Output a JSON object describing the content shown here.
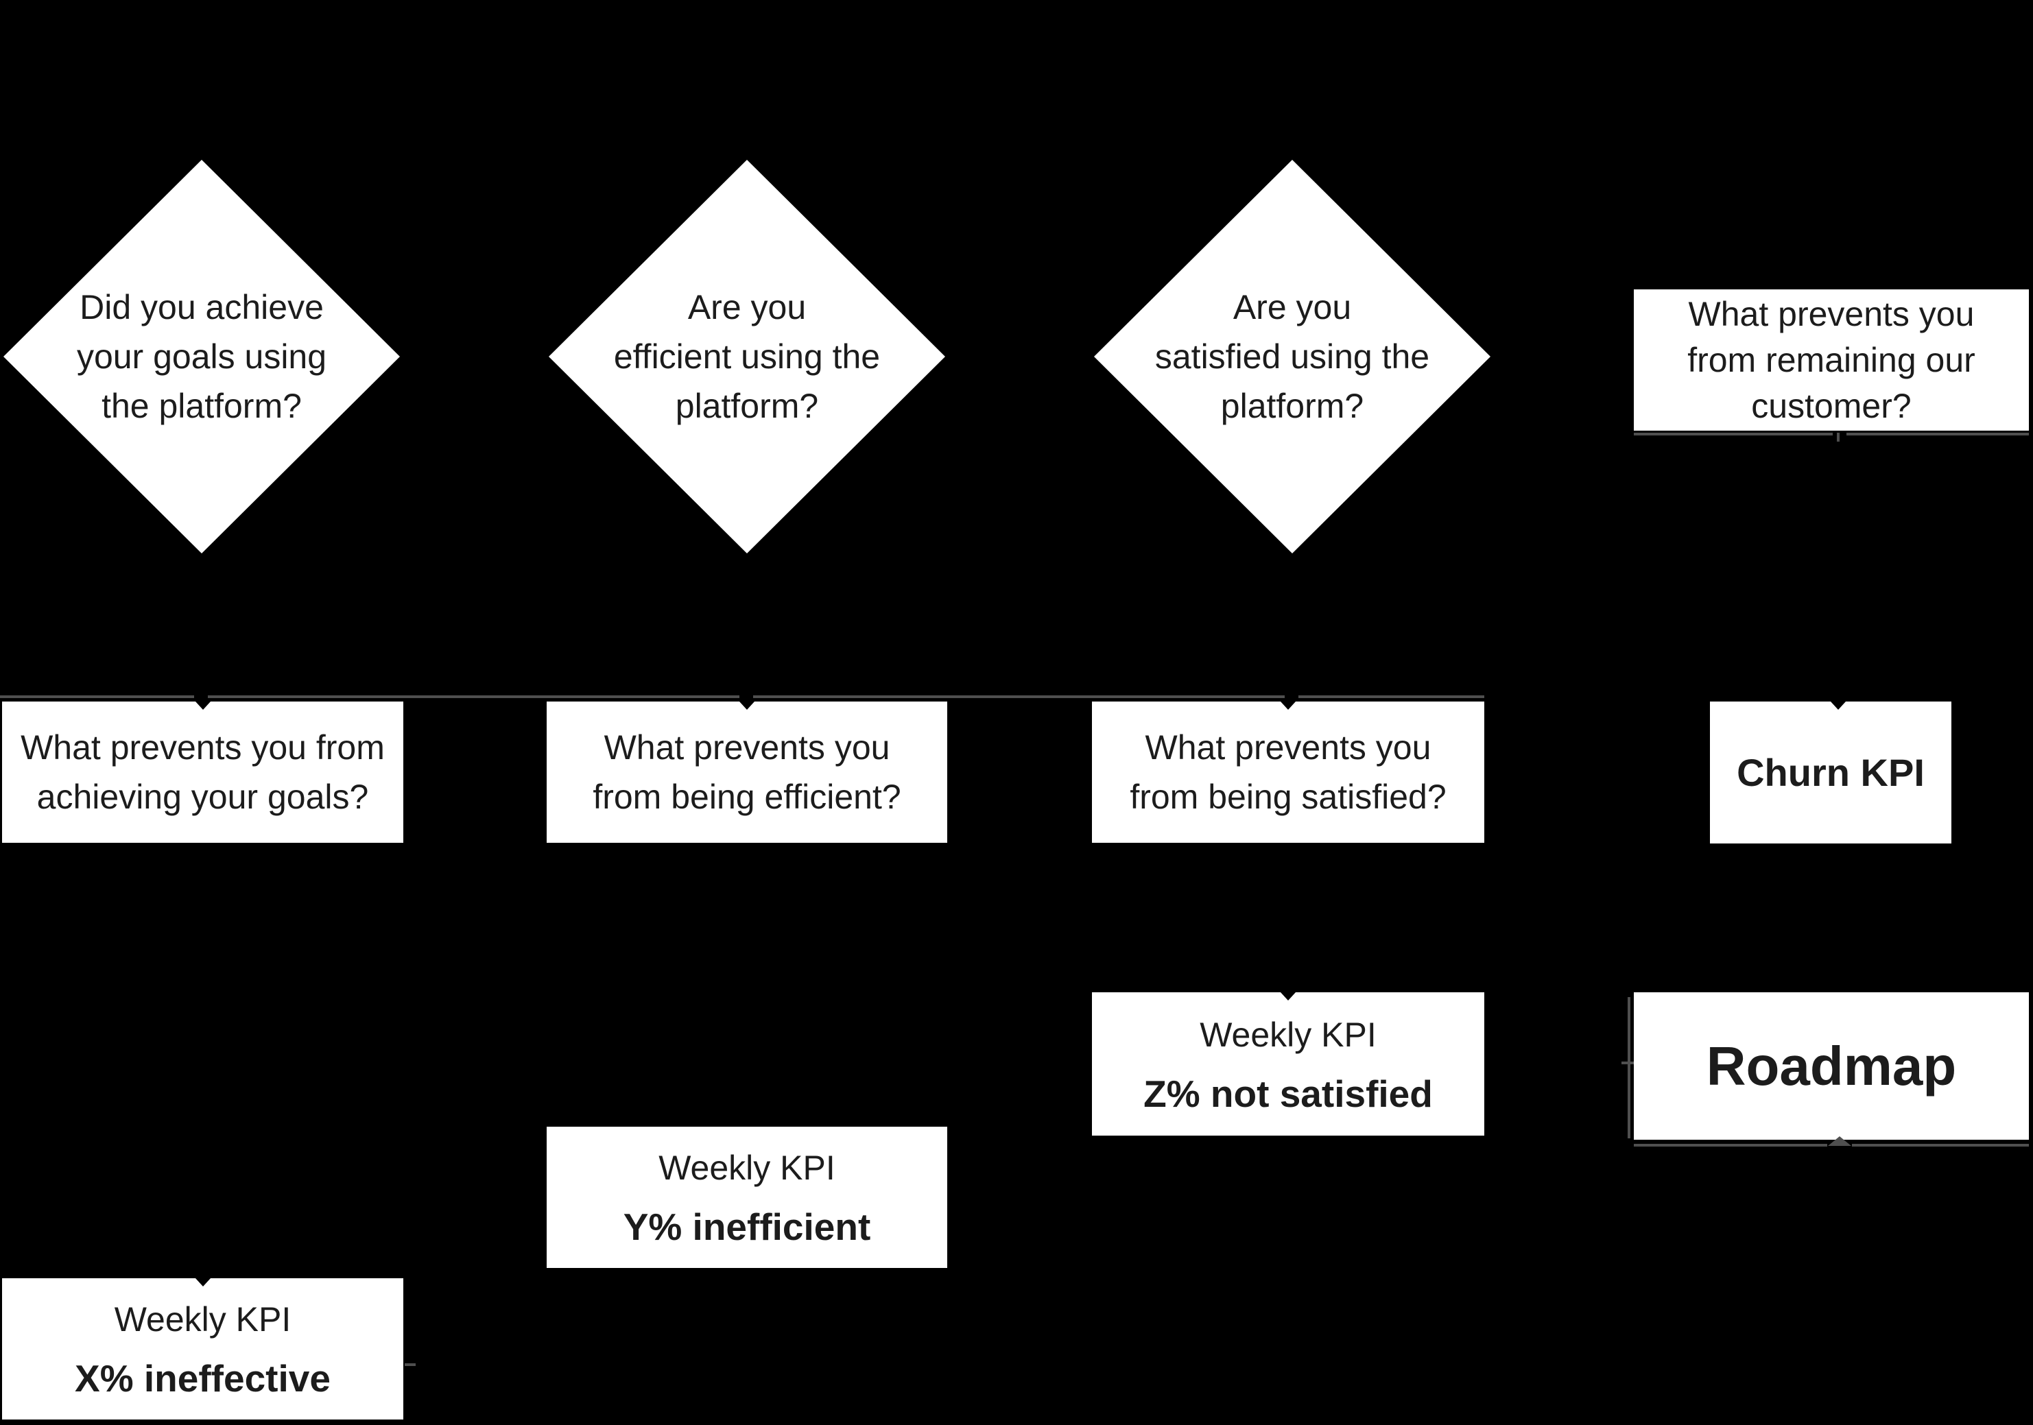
{
  "colors": {
    "background": "#000000",
    "node_fill": "#ffffff",
    "text": "#1c1c1c",
    "artifact_line": "#4f4f4f"
  },
  "nodes": {
    "diamond_goals": {
      "label": "Did you achieve\nyour goals using\nthe platform?"
    },
    "diamond_efficient": {
      "label": "Are you\nefficient using the\nplatform?"
    },
    "diamond_satisfied": {
      "label": "Are you\nsatisfied using the\nplatform?"
    },
    "rect_customer": {
      "label": "What prevents you\nfrom remaining our\ncustomer?"
    },
    "box_goals": {
      "label": "What prevents you from\nachieving your goals?"
    },
    "box_efficient": {
      "label": "What prevents you\nfrom being efficient?"
    },
    "box_satisfied": {
      "label": "What prevents you\nfrom being satisfied?"
    },
    "box_churn": {
      "label": "Churn KPI"
    },
    "box_kpi_z": {
      "line1": "Weekly KPI",
      "line2": "Z% not satisfied"
    },
    "box_roadmap": {
      "label": "Roadmap"
    },
    "box_kpi_y": {
      "line1": "Weekly KPI",
      "line2": "Y% inefficient"
    },
    "box_kpi_x": {
      "line1": "Weekly KPI",
      "line2": "X% ineffective"
    }
  }
}
